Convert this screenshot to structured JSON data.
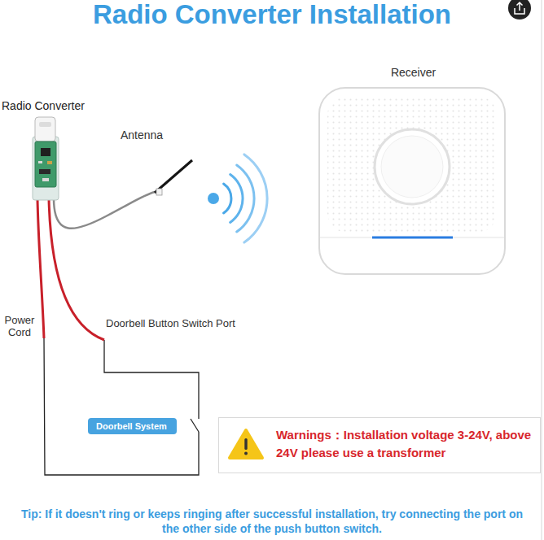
{
  "diagram": {
    "title": "Radio Converter Installation",
    "caption": "Tip: If it doesn't ring or keeps ringing after successful installation, try connecting the port on the other side of the push button switch.",
    "nodes": [
      {
        "text": [
          "Receiver"
        ]
      },
      {
        "text": [
          "Radio Converter"
        ]
      },
      {
        "text": [
          "Doorbell System"
        ]
      },
      {
        "text": [
          "Warnings：Installation voltage 3-24V, above 24V please use a transformer"
        ]
      }
    ],
    "labels": [
      "Antenna",
      "Power Cord",
      "Doorbell Button Switch Port"
    ]
  }
}
